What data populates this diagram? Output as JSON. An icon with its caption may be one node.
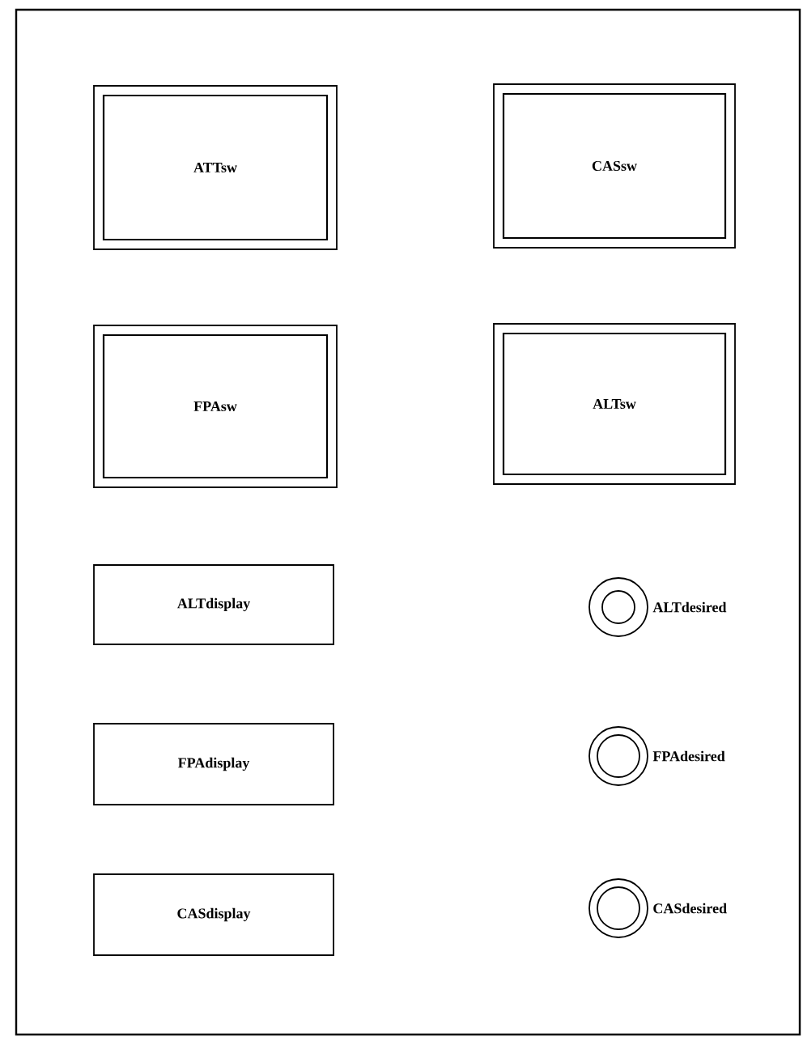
{
  "diagram": {
    "nodes": [
      {
        "text": [
          "ATTsw"
        ]
      },
      {
        "text": [
          "CASsw"
        ]
      },
      {
        "text": [
          "FPAsw"
        ]
      },
      {
        "text": [
          "ALTsw"
        ]
      },
      {
        "text": [
          "ALTdisplay"
        ]
      },
      {
        "text": [],
        "shape": "circle",
        "beside": [
          "ALTdesired"
        ]
      },
      {
        "text": [
          "FPAdisplay"
        ]
      },
      {
        "text": [],
        "shape": "circle",
        "beside": [
          "FPAdesired"
        ]
      },
      {
        "text": [
          "CASdisplay"
        ]
      },
      {
        "text": [],
        "shape": "circle",
        "beside": [
          "CASdesired"
        ]
      }
    ]
  }
}
